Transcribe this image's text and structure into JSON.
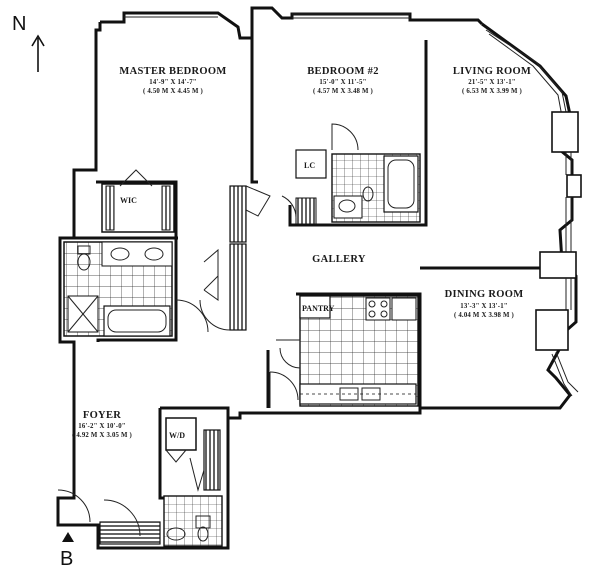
{
  "plan": {
    "north_label": "N",
    "entry_label": "B",
    "rooms": {
      "master_bedroom": {
        "name": "MASTER BEDROOM",
        "dim_ft": "14'-9\" X 14'-7\"",
        "dim_m": "( 4.50 M X 4.45 M )"
      },
      "bedroom_2": {
        "name": "BEDROOM #2",
        "dim_ft": "15'-0\" X 11'-5\"",
        "dim_m": "( 4.57 M X 3.48 M )"
      },
      "living_room": {
        "name": "LIVING ROOM",
        "dim_ft": "21'-5\" X 13'-1\"",
        "dim_m": "( 6.53 M X 3.99 M )"
      },
      "dining_room": {
        "name": "DINING ROOM",
        "dim_ft": "13'-3\" X 13'-1\"",
        "dim_m": "( 4.04 M X 3.98 M )"
      },
      "foyer": {
        "name": "FOYER",
        "dim_ft": "16'-2\" X 10'-0\"",
        "dim_m": "( 4.92 M X 3.05 M )"
      },
      "gallery": {
        "name": "GALLERY"
      }
    },
    "closets": {
      "wic": "WIC",
      "lc": "LC",
      "pantry": "PANTRY",
      "wd": "W/D"
    }
  }
}
